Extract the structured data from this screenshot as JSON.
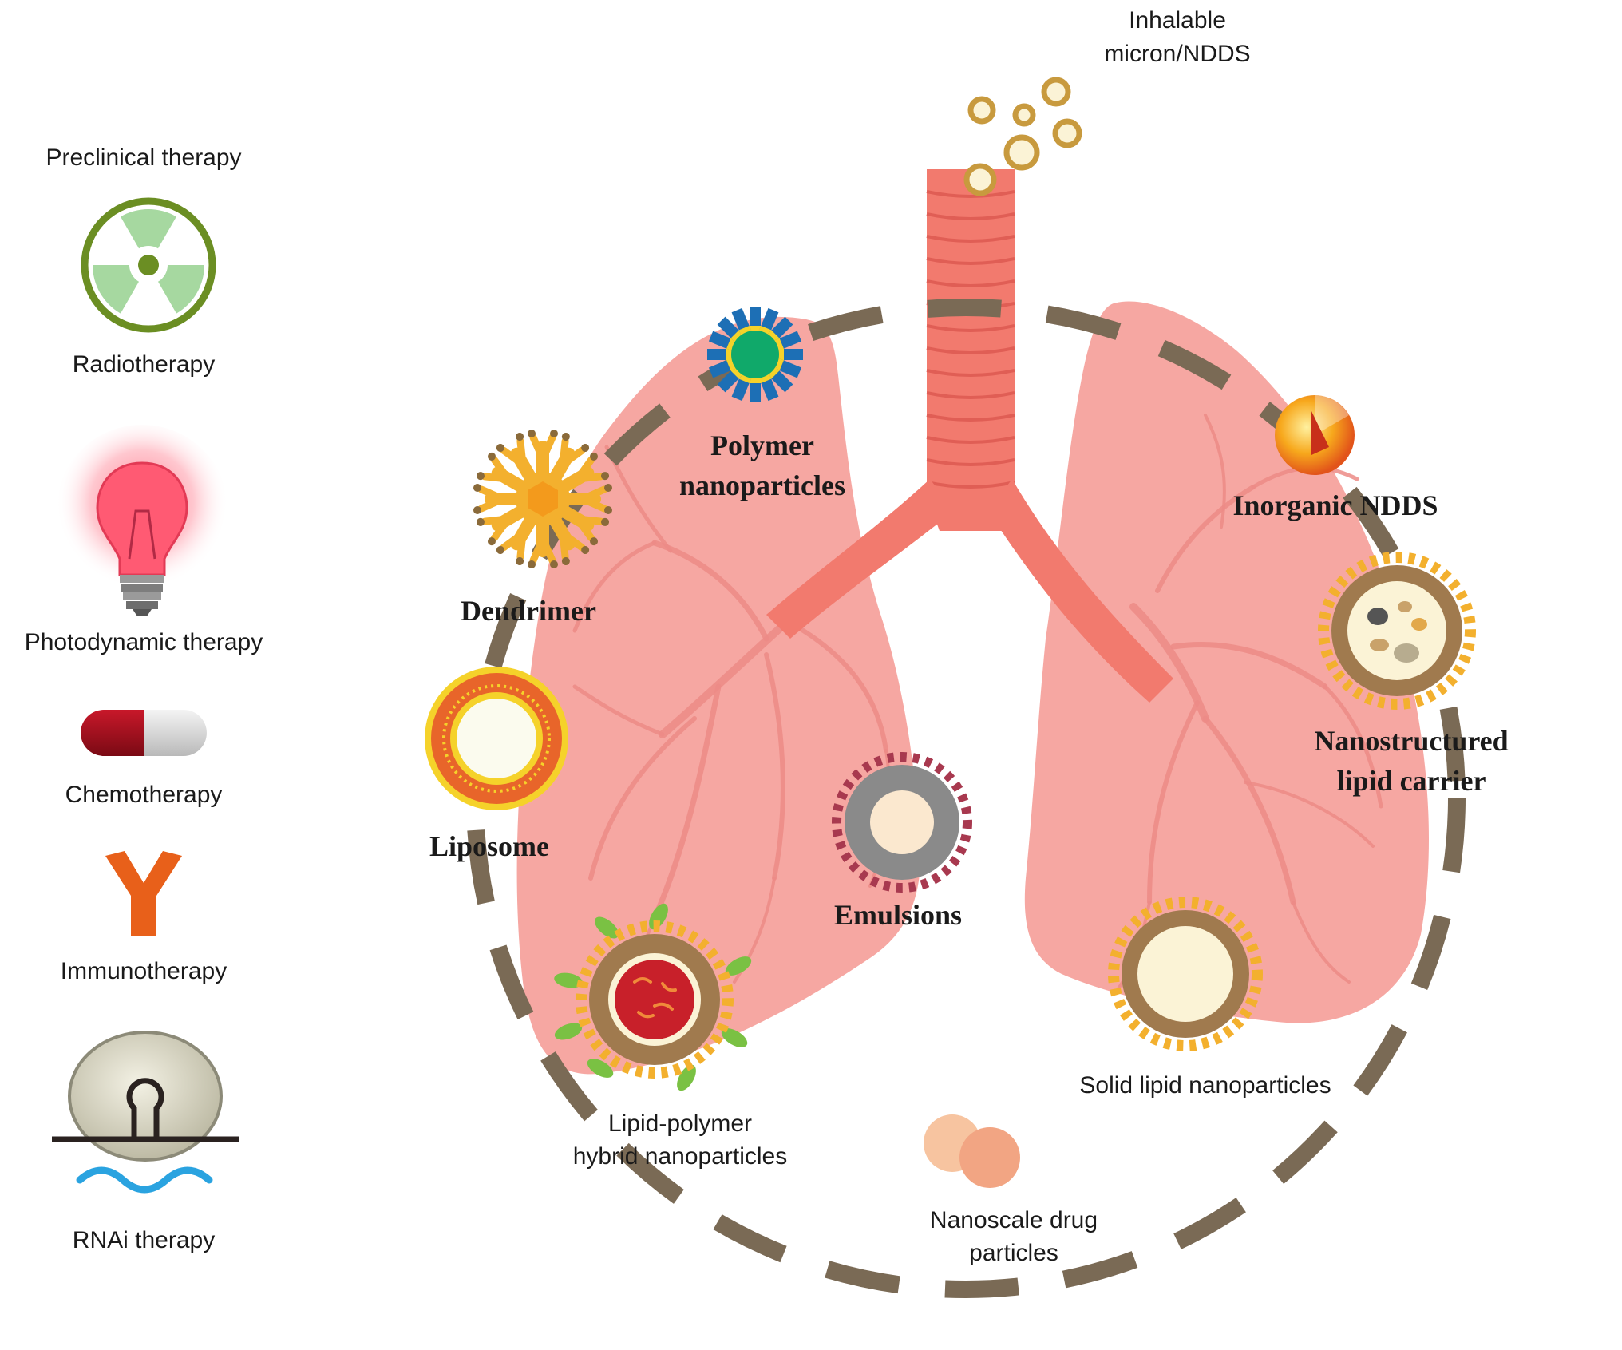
{
  "preclinical": {
    "heading": "Preclinical therapy",
    "items": [
      {
        "label": "Radiotherapy",
        "icon": "radiation-icon"
      },
      {
        "label": "Photodynamic therapy",
        "icon": "light-bulb-icon"
      },
      {
        "label": "Chemotherapy",
        "icon": "capsule-icon"
      },
      {
        "label": "Immunotherapy",
        "icon": "antibody-icon"
      },
      {
        "label": "RNAi therapy",
        "icon": "rna-hairpin-icon"
      }
    ]
  },
  "inhalable": {
    "line1": "Inhalable",
    "line2": "micron/NDDS"
  },
  "carriers": {
    "polymer": {
      "line1": "Polymer",
      "line2": "nanoparticles"
    },
    "dendrimer": "Dendrimer",
    "liposome": "Liposome",
    "emulsions": "Emulsions",
    "lipid_polymer": {
      "line1": "Lipid-polymer",
      "line2": "hybrid nanoparticles"
    },
    "inorganic": "Inorganic NDDS",
    "nlc": {
      "line1": "Nanostructured",
      "line2": "lipid carrier"
    },
    "sln": "Solid lipid nanoparticles",
    "nanoscale": {
      "line1": "Nanoscale drug",
      "line2": "particles"
    }
  },
  "colors": {
    "lung": "#f6a7a2",
    "airway": "#f27a6e",
    "dash_ring": "#7a6a55",
    "liposome_orange": "#e8652a",
    "yellow": "#f5d22a",
    "dendrimer": "#f3b02e",
    "polymer_blue": "#1d6fb5",
    "polymer_core": "#10a96a",
    "emulsion_gray": "#8a8a8a",
    "emulsion_dots": "#a8394f",
    "shell_brown": "#a07a4e",
    "core_cream": "#fbf3d6",
    "hybrid_red": "#c8202a",
    "leaf_green": "#7ac143",
    "antibody": "#e8601a",
    "capsule_red": "#a0101e",
    "rna_blue": "#2aa3e0"
  }
}
